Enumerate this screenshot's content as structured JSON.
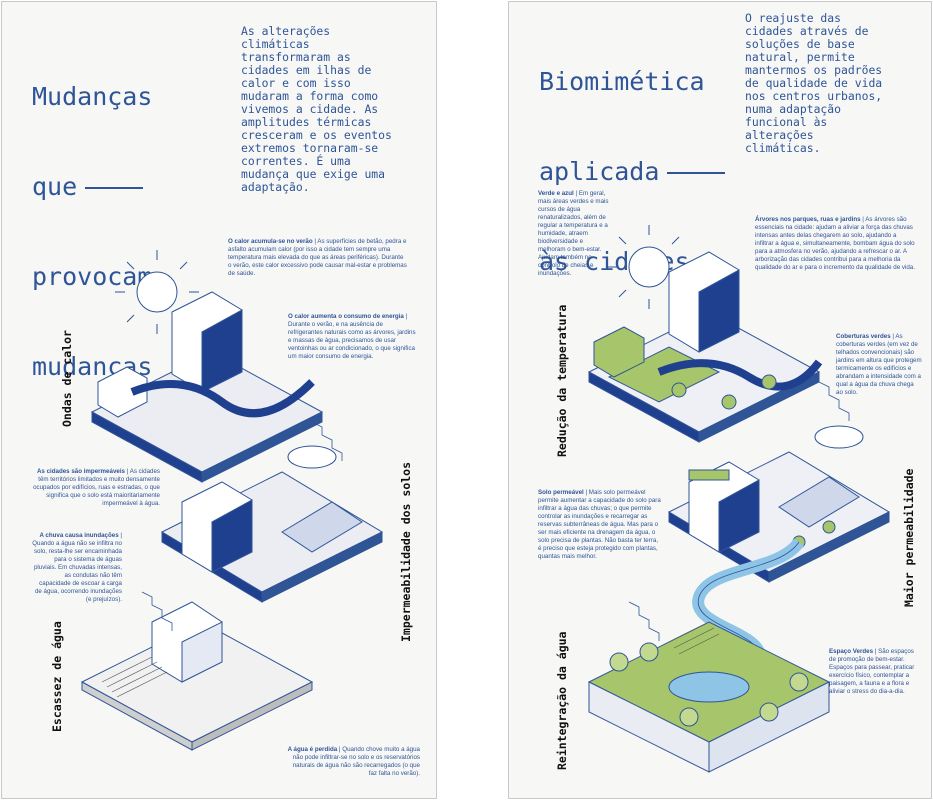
{
  "left": {
    "title_lines": [
      "Mudanças",
      "que",
      "provocam",
      "mudanças"
    ],
    "intro": "As alterações climáticas transformaram as cidades em ilhas de calor e com isso mudaram a forma como vivemos a cidade. As amplitudes térmicas cresceram e os eventos extremos tornaram-se correntes. É uma mudança que exige uma adaptação.",
    "labels": {
      "heat": "Ondas de calor",
      "permeability": "Impermeabilidade dos solos",
      "scarcity": "Escassez de água"
    },
    "notes": [
      {
        "head": "O calor acumula-se no verão",
        "body": "As superfícies de betão, pedra e asfalto acumulam calor (por isso a cidade tem sempre uma temperatura mais elevada do que as áreas periféricas). Durante o verão, este calor excessivo pode causar mal-estar e problemas de saúde."
      },
      {
        "head": "O calor aumenta o consumo de energia",
        "body": "Durante o verão, e na ausência de refrigerantes naturais como as árvores, jardins e massas de água, precisamos de usar ventoinhas ou ar condicionado, o que significa um maior consumo de energia."
      },
      {
        "head": "As cidades são impermeáveis",
        "body": "As cidades têm territórios limitados e muito densamente ocupados por edifícios, ruas e estradas, o que significa que o solo está maioritariamente impermeável à água."
      },
      {
        "head": "A chuva causa inundações",
        "body": "Quando a água não se infiltra no solo, resta-lhe ser encaminhada para o sistema de águas pluviais. Em chuvadas intensas, as condutas não têm capacidade de escoar a carga de água, ocorrendo inundações (e prejuízos)."
      },
      {
        "head": "A água é perdida",
        "body": "Quando chove muito a água não pode infiltrar-se no solo e os reservatórios naturais de água não são recarregados (o que faz falta no verão)."
      }
    ]
  },
  "right": {
    "title_lines": [
      "Biomimética",
      "aplicada",
      "às cidades."
    ],
    "intro": "O reajuste das cidades através de soluções de base natural, permite mantermos os padrões de qualidade de vida nos centros urbanos, numa adaptação funcional às alterações climáticas.",
    "labels": {
      "temperature": "Redução da temperatura",
      "permeability": "Maior permeabilidade",
      "reintegration": "Reintegração da água"
    },
    "notes": [
      {
        "head": "Verde e azul",
        "body": "Em geral, mais áreas verdes e mais cursos de água renaturalizados, além de regular a temperatura e a humidade, atraem biodiversidade e melhoram o bem-estar. Ajudam também no controlo de cheias e inundações."
      },
      {
        "head": "Árvores nos parques, ruas e jardins",
        "body": "As árvores são essenciais na cidade: ajudam a aliviar a força das chuvas intensas antes delas chegarem ao solo, ajudando a infiltrar a água e, simultaneamente, bombam água do solo para a atmosfera no verão, ajudando a refrescar o ar. A arborização das cidades contribui para a melhoria da qualidade do ar e para o incremento da qualidade de vida."
      },
      {
        "head": "Coberturas verdes",
        "body": "As coberturas verdes (em vez de telhados convencionais) são jardins em altura que protegem termicamente os edifícios e abrandam a intensidade com a qual a água da chuva chega ao solo."
      },
      {
        "head": "Solo permeável",
        "body": "Mais solo permeável permite aumentar a capacidade do solo para infiltrar a água das chuvas; o que permite controlar as inundações e recarregar as reservas subterrâneas de água. Mas para o ser mais eficiente na drenagem da água, o solo precisa de plantas. Não basta ter terra, é preciso que esteja protegido com plantas, quantas mais melhor."
      },
      {
        "head": "Espaço Verdes",
        "body": "São espaços de promoção de bem-estar. Espaços para passear, praticar exercício físico, contemplar a paisagem, a fauna e a flora e aliviar o stress do dia-a-dia."
      }
    ]
  },
  "colors": {
    "ink_blue": "#2f5597",
    "dark_blue": "#1f3f8f",
    "green": "#a7c66b",
    "water": "#8ec5e6",
    "paper": "#f7f7f6"
  }
}
